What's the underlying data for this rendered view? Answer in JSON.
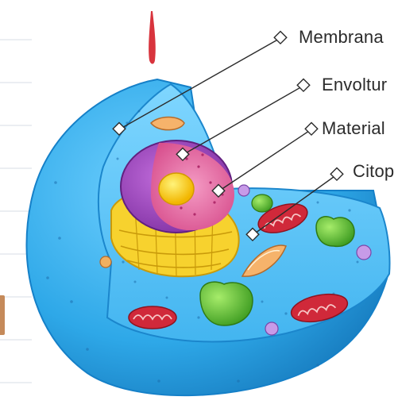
{
  "diagram": {
    "labels": [
      {
        "id": "membrane",
        "text": "Membrana"
      },
      {
        "id": "envelope",
        "text": "Envoltur"
      },
      {
        "id": "material",
        "text": "Material"
      },
      {
        "id": "cytoplasm",
        "text": "Citop"
      }
    ]
  },
  "colors": {
    "cell_blue": "#2ea8e8",
    "cell_dark": "#1a7fc4",
    "nucleus_purple": "#9b49b9",
    "nucleoplasm_pink": "#e46aa3",
    "nucleolus_yellow": "#ffd22a",
    "golgi_yellow": "#f7d22e",
    "mitochondria_red": "#d0293a",
    "vacuole_green": "#62c23a",
    "pointer_red": "#d8343d"
  }
}
